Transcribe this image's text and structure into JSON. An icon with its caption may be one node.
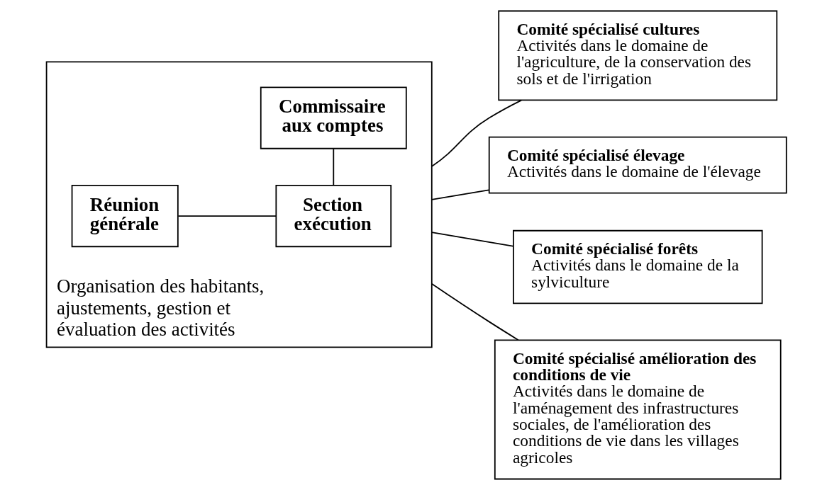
{
  "diagram": {
    "nodes": [
      {
        "text": [
          "Organisation des habitants, ajustements, gestion et évaluation des activités"
        ]
      },
      {
        "text": [
          "Réunion générale"
        ],
        "in": 0
      },
      {
        "text": [
          "Section exécution"
        ],
        "in": 0
      },
      {
        "text": [
          "Commissaire aux comptes"
        ],
        "in": 0
      },
      {
        "text": [
          "Comité spécialisé cultures",
          "Activités dans le domaine de l'agriculture, de la conservation des sols et de l'irrigation"
        ]
      },
      {
        "text": [
          "Comité spécialisé élevage",
          "Activités dans le domaine de l'élevage"
        ]
      },
      {
        "text": [
          "Comité spécialisé forêts",
          "Activités dans le domaine de la sylviculture"
        ]
      },
      {
        "text": [
          "Comité spécialisé amélioration des conditions de vie",
          "Activités dans le domaine de l'aménagement des infrastructures sociales, de l'amélioration des conditions de vie dans les villages agricoles"
        ]
      }
    ],
    "edges": [
      {
        "from": 1,
        "to": 2,
        "arrow": "none"
      },
      {
        "from": 2,
        "to": 3,
        "arrow": "none"
      },
      {
        "from": 0,
        "to": 4,
        "arrow": "none"
      },
      {
        "from": 0,
        "to": 5,
        "arrow": "none"
      },
      {
        "from": 0,
        "to": 6,
        "arrow": "none"
      },
      {
        "from": 0,
        "to": 7,
        "arrow": "none"
      }
    ]
  }
}
